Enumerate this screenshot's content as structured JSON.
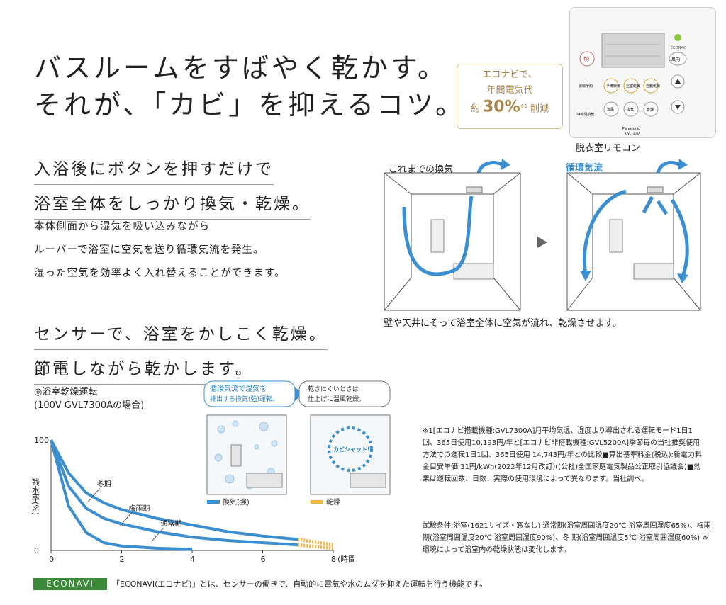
{
  "headline": {
    "line1": "バスルームをすばやく乾かす。",
    "line2": "それが、「カビ」を抑えるコツ。"
  },
  "section1": {
    "title1": "入浴後にボタンを押すだけで",
    "title2": "浴室全体をしっかり換気・乾燥。",
    "body1": "本体側面から湿気を吸い込みながら",
    "body2": "ルーバーで浴室に空気を送り循環気流を発生。",
    "body3": "湿った空気を効率よく入れ替えることができます。"
  },
  "section2": {
    "title1": "センサーで、浴室をかしこく乾燥。",
    "title2": "節電しながら乾かします。"
  },
  "badge": {
    "line1": "エコナビで、",
    "line2": "年間電気代",
    "prefix": "約",
    "pct": "30%",
    "note": "※1",
    "suffix": "削減"
  },
  "remote": {
    "label": "脱衣室リモコン",
    "brand": "Panasonic",
    "model": "GVL7300A",
    "econavi": "ECONAVI",
    "buttons": [
      "切",
      "風向",
      "運転予約",
      "予備暖房",
      "浴室乾燥",
      "自動乾燥",
      "24時間換気",
      "涼風",
      "換気",
      "乾燥"
    ]
  },
  "rooms": {
    "before_label": "これまでの換気",
    "after_label": "循環気流",
    "caption": "壁や天井にそって浴室全体に空気が流れ、乾燥させます。"
  },
  "chart_title": {
    "line1": "◎浴室乾燥運転",
    "line2": "(100V GVL7300Aの場合)"
  },
  "panels": {
    "note1a": "循環気流で湿気を",
    "note1b": "排出する換気(強)運転。",
    "note2a": "乾きにくいときは",
    "note2b": "仕上げに温風乾燥。",
    "legend1": "換気(強)",
    "legend2": "乾燥",
    "bubble": "カビシャット!"
  },
  "chart_data": {
    "type": "line",
    "ylabel": "残水率(%)",
    "xlabel": "(時間)",
    "x_ticks": [
      "0",
      "2",
      "4",
      "6",
      "8"
    ],
    "y_ticks": [
      "0",
      "100"
    ],
    "xlim": [
      0,
      8
    ],
    "ylim": [
      0,
      100
    ],
    "series": [
      {
        "name": "冬期",
        "points": [
          [
            0,
            100
          ],
          [
            0.5,
            70
          ],
          [
            1,
            52
          ],
          [
            1.5,
            43
          ],
          [
            2,
            37
          ],
          [
            3,
            29
          ],
          [
            4,
            23
          ],
          [
            5,
            17
          ],
          [
            6,
            13
          ],
          [
            7,
            10
          ],
          [
            8,
            5
          ]
        ],
        "dry_from": 7
      },
      {
        "name": "梅雨期",
        "points": [
          [
            0,
            100
          ],
          [
            0.5,
            58
          ],
          [
            1,
            38
          ],
          [
            1.5,
            29
          ],
          [
            2,
            24
          ],
          [
            3,
            17
          ],
          [
            4,
            12
          ],
          [
            5,
            9
          ],
          [
            6,
            7
          ],
          [
            7,
            5
          ],
          [
            8,
            2
          ]
        ],
        "dry_from": 7
      },
      {
        "name": "通常期",
        "points": [
          [
            0,
            100
          ],
          [
            0.5,
            40
          ],
          [
            1,
            16
          ],
          [
            1.5,
            7
          ],
          [
            2,
            4
          ],
          [
            3,
            2
          ],
          [
            4,
            1
          ]
        ]
      }
    ]
  },
  "footnote1": "※1[エコナビ搭載機種:GVL7300A]月平均気温、湿度より導出される運転モード1日1回、365日使用10,193円/年と[エコナビ非搭載機種:GVL5200A]季節毎の当社推奨使用方法での運転1日1回、365日使用 14,743円/年との比較■算出基準料金(税込):新電力料金目安単価 31円/kWh(2022年12月改訂)((公社)全国家庭電気製品公正取引協議会)■効果は運転回数、日数、実際の使用環境によって異なります。当社調べ。",
  "footnote2": "試験条件:浴室(1621サイズ・窓なし) 通常期(浴室周囲温度20℃ 浴室周囲湿度65%)、梅雨期(浴室周囲温度20℃ 浴室周囲湿度90%)、冬 期(浴室周囲温度5℃ 浴室周囲湿度60%) ※環境によって浴室内の乾燥状態は変化します。",
  "econavi_footer": {
    "logo": "ECONAVI",
    "text": "「ECONAVI(エコナビ)」とは、センサーの働きで、自動的に電気や水のムダを抑えた運転を行う機能です。"
  },
  "colors": {
    "accent": "#3b8fd0",
    "gold": "#a8834b",
    "dry": "#f2b544",
    "econavi_green": "#3a8a3a"
  }
}
